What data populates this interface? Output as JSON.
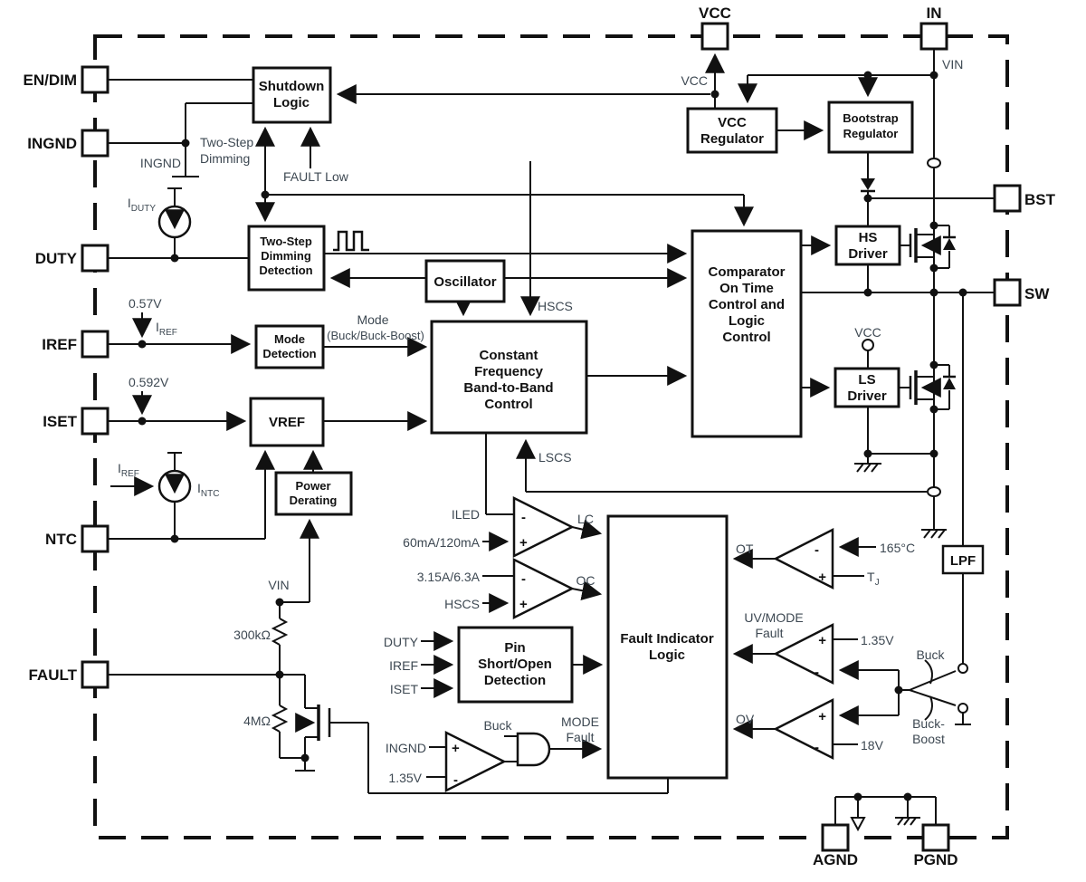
{
  "colors": {
    "line": "#111111",
    "signal_label": "#3d4852",
    "background": "#ffffff"
  },
  "pins": {
    "en_dim": "EN/DIM",
    "ingnd": "INGND",
    "duty": "DUTY",
    "iref": "IREF",
    "iset": "ISET",
    "ntc": "NTC",
    "fault": "FAULT",
    "vcc": "VCC",
    "in": "IN",
    "bst": "BST",
    "sw": "SW",
    "agnd": "AGND",
    "pgnd": "PGND"
  },
  "blocks": {
    "shutdown": [
      "Shutdown",
      "Logic"
    ],
    "two_step": [
      "Two-Step",
      "Dimming",
      "Detection"
    ],
    "mode_detection": [
      "Mode",
      "Detection"
    ],
    "vref": "VREF",
    "power_derating": [
      "Power",
      "Derating"
    ],
    "oscillator": "Oscillator",
    "constant_freq": [
      "Constant",
      "Frequency",
      "Band-to-Band",
      "Control"
    ],
    "vcc_regulator": [
      "VCC",
      "Regulator"
    ],
    "bootstrap_regulator": [
      "Bootstrap",
      "Regulator"
    ],
    "hs_driver": [
      "HS",
      "Driver"
    ],
    "ls_driver": [
      "LS",
      "Driver"
    ],
    "comparator": [
      "Comparator",
      "On Time",
      "Control and",
      "Logic",
      "Control"
    ],
    "pin_short_open": [
      "Pin",
      "Short/Open",
      "Detection"
    ],
    "fault_indicator": [
      "Fault Indicator",
      "Logic"
    ],
    "lpf": "LPF"
  },
  "labels": {
    "vcc_net": "VCC",
    "vcc_ls": "VCC",
    "vin": "VIN",
    "vin2": "VIN",
    "fault_low": "FAULT Low",
    "two_step_dimming": [
      "Two-Step",
      "Dimming"
    ],
    "ingnd_net": "INGND",
    "i": "I",
    "iduty_sub": "DUTY",
    "iref_sub": "REF",
    "intc_sub": "NTC",
    "v057": "0.57V",
    "v0592": "0.592V",
    "mode": "Mode",
    "mode_paren": "(Buck/Buck-Boost)",
    "hscs": "HSCS",
    "lscs": "LSCS",
    "iled": "ILED",
    "iled_ref": "60mA/120mA",
    "oc_ref": "3.15A/6.3A",
    "hscs2": "HSCS",
    "lc": "LC",
    "oc": "OC",
    "ot": "OT",
    "temp": "165°C",
    "tj_main": "T",
    "tj_sub": "J",
    "uv_mode": "UV/MODE",
    "uv_fault": "Fault",
    "v135": "1.35V",
    "v18": "18V",
    "ov": "OV",
    "buck": "Buck",
    "buck_hyphen": "Buck-",
    "boost": "Boost",
    "duty_in": "DUTY",
    "iref_in": "IREF",
    "iset_in": "ISET",
    "ingnd_in": "INGND",
    "v135b": "1.35V",
    "buck_and": "Buck",
    "mode_fault": [
      "MODE",
      "Fault"
    ],
    "r300k": "300kΩ",
    "r4m": "4MΩ",
    "plus": "+",
    "minus": "-"
  }
}
